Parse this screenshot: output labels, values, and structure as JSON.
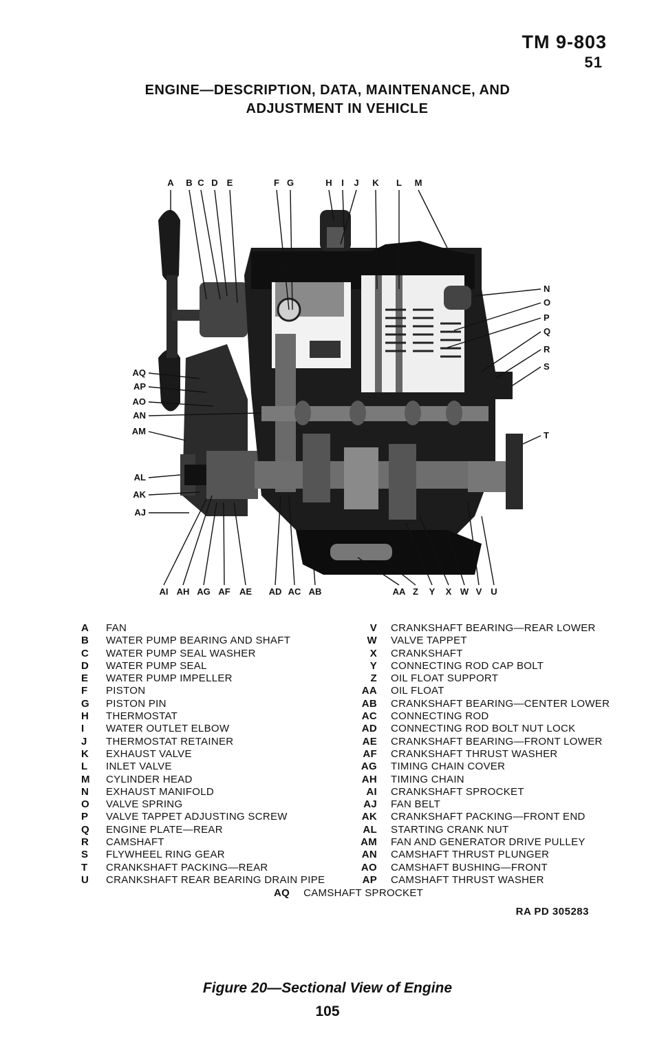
{
  "header": {
    "manual": "TM 9-803",
    "section": "51"
  },
  "title": {
    "line1": "ENGINE—DESCRIPTION, DATA, MAINTENANCE, AND",
    "line2": "ADJUSTMENT IN VEHICLE"
  },
  "callouts": {
    "top": [
      "A",
      "B",
      "C",
      "D",
      "E",
      "F",
      "G",
      "H",
      "I",
      "J",
      "K",
      "L",
      "M"
    ],
    "right": [
      "N",
      "O",
      "P",
      "Q",
      "R",
      "S",
      "T"
    ],
    "left": [
      "AQ",
      "AP",
      "AO",
      "AN",
      "AM",
      "AL",
      "AK",
      "AJ"
    ],
    "bottom": [
      "AI",
      "AH",
      "AG",
      "AF",
      "AE",
      "AD",
      "AC",
      "AB",
      "AA",
      "Z",
      "Y",
      "X",
      "W",
      "V",
      "U"
    ]
  },
  "legend": {
    "left": [
      {
        "key": "A",
        "name": "FAN"
      },
      {
        "key": "B",
        "name": "WATER PUMP BEARING AND SHAFT"
      },
      {
        "key": "C",
        "name": "WATER PUMP SEAL WASHER"
      },
      {
        "key": "D",
        "name": "WATER PUMP SEAL"
      },
      {
        "key": "E",
        "name": "WATER PUMP IMPELLER"
      },
      {
        "key": "F",
        "name": "PISTON"
      },
      {
        "key": "G",
        "name": "PISTON PIN"
      },
      {
        "key": "H",
        "name": "THERMOSTAT"
      },
      {
        "key": "I",
        "name": "WATER OUTLET ELBOW"
      },
      {
        "key": "J",
        "name": "THERMOSTAT RETAINER"
      },
      {
        "key": "K",
        "name": "EXHAUST VALVE"
      },
      {
        "key": "L",
        "name": "INLET VALVE"
      },
      {
        "key": "M",
        "name": "CYLINDER HEAD"
      },
      {
        "key": "N",
        "name": "EXHAUST MANIFOLD"
      },
      {
        "key": "O",
        "name": "VALVE SPRING"
      },
      {
        "key": "P",
        "name": "VALVE TAPPET ADJUSTING SCREW"
      },
      {
        "key": "Q",
        "name": "ENGINE PLATE—REAR"
      },
      {
        "key": "R",
        "name": "CAMSHAFT"
      },
      {
        "key": "S",
        "name": "FLYWHEEL RING GEAR"
      },
      {
        "key": "T",
        "name": "CRANKSHAFT PACKING—REAR"
      },
      {
        "key": "U",
        "name": "CRANKSHAFT REAR BEARING DRAIN PIPE"
      }
    ],
    "right": [
      {
        "key": "V",
        "name": "CRANKSHAFT BEARING—REAR LOWER"
      },
      {
        "key": "W",
        "name": "VALVE TAPPET"
      },
      {
        "key": "X",
        "name": "CRANKSHAFT"
      },
      {
        "key": "Y",
        "name": "CONNECTING ROD CAP BOLT"
      },
      {
        "key": "Z",
        "name": "OIL FLOAT SUPPORT"
      },
      {
        "key": "AA",
        "name": "OIL FLOAT"
      },
      {
        "key": "AB",
        "name": "CRANKSHAFT BEARING—CENTER LOWER"
      },
      {
        "key": "AC",
        "name": "CONNECTING ROD"
      },
      {
        "key": "AD",
        "name": "CONNECTING ROD BOLT NUT LOCK"
      },
      {
        "key": "AE",
        "name": "CRANKSHAFT BEARING—FRONT LOWER"
      },
      {
        "key": "AF",
        "name": "CRANKSHAFT THRUST WASHER"
      },
      {
        "key": "AG",
        "name": "TIMING CHAIN COVER"
      },
      {
        "key": "AH",
        "name": "TIMING CHAIN"
      },
      {
        "key": "AI",
        "name": "CRANKSHAFT SPROCKET"
      },
      {
        "key": "AJ",
        "name": "FAN BELT"
      },
      {
        "key": "AK",
        "name": "CRANKSHAFT PACKING—FRONT END"
      },
      {
        "key": "AL",
        "name": "STARTING CRANK NUT"
      },
      {
        "key": "AM",
        "name": "FAN AND GENERATOR DRIVE PULLEY"
      },
      {
        "key": "AN",
        "name": "CAMSHAFT THRUST PLUNGER"
      },
      {
        "key": "AO",
        "name": "CAMSHAFT BUSHING—FRONT"
      },
      {
        "key": "AP",
        "name": "CAMSHAFT THRUST WASHER"
      }
    ],
    "extra": {
      "key": "AQ",
      "name": "CAMSHAFT SPROCKET"
    }
  },
  "figure_code": "RA PD 305283",
  "caption": "Figure 20—Sectional View of Engine",
  "page_number": "105"
}
